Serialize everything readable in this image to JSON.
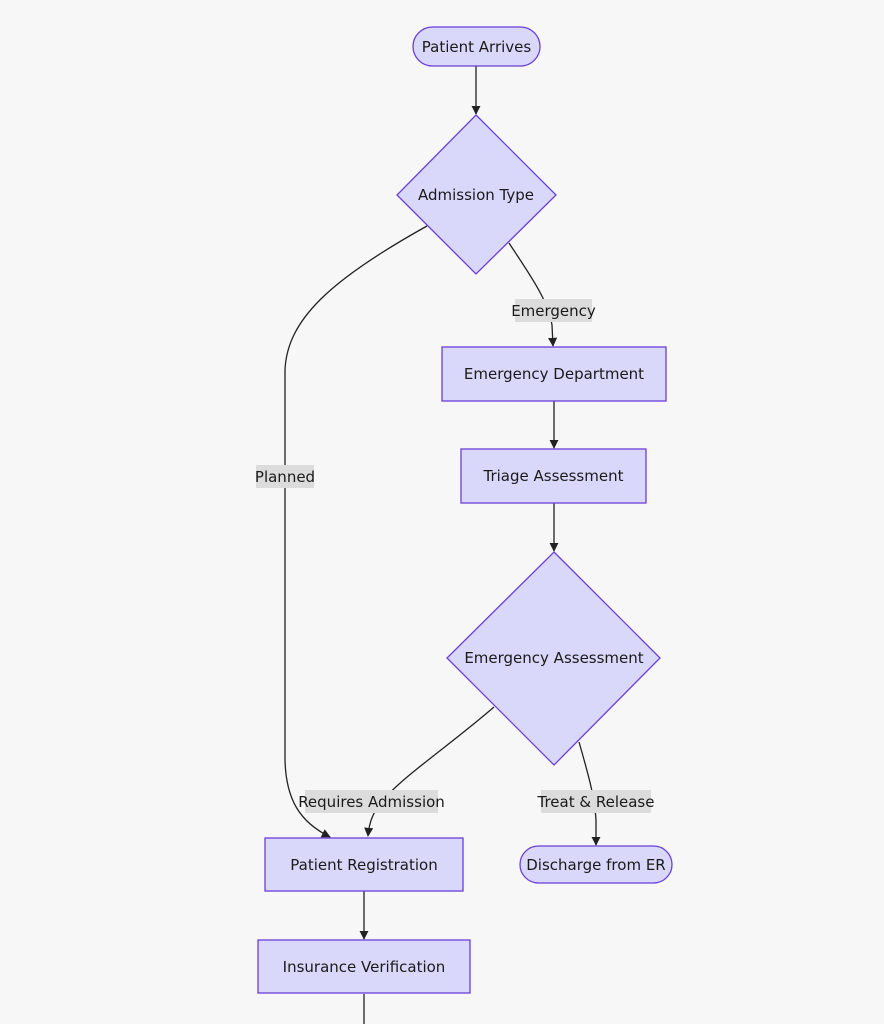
{
  "diagram": {
    "nodes": {
      "patient_arrives": "Patient Arrives",
      "admission_type": "Admission Type",
      "emergency_department": "Emergency Department",
      "triage_assessment": "Triage Assessment",
      "emergency_assessment": "Emergency Assessment",
      "patient_registration": "Patient Registration",
      "discharge_from_er": "Discharge from ER",
      "insurance_verification": "Insurance Verification"
    },
    "edge_labels": {
      "emergency": "Emergency",
      "planned": "Planned",
      "requires_admission": "Requires Admission",
      "treat_release": "Treat & Release"
    },
    "colors": {
      "node_fill": "#d9d8fb",
      "node_stroke": "#6a3fd6",
      "edge": "#222222",
      "label_bg": "#dcdcdc",
      "background": "#f7f7f7"
    }
  }
}
